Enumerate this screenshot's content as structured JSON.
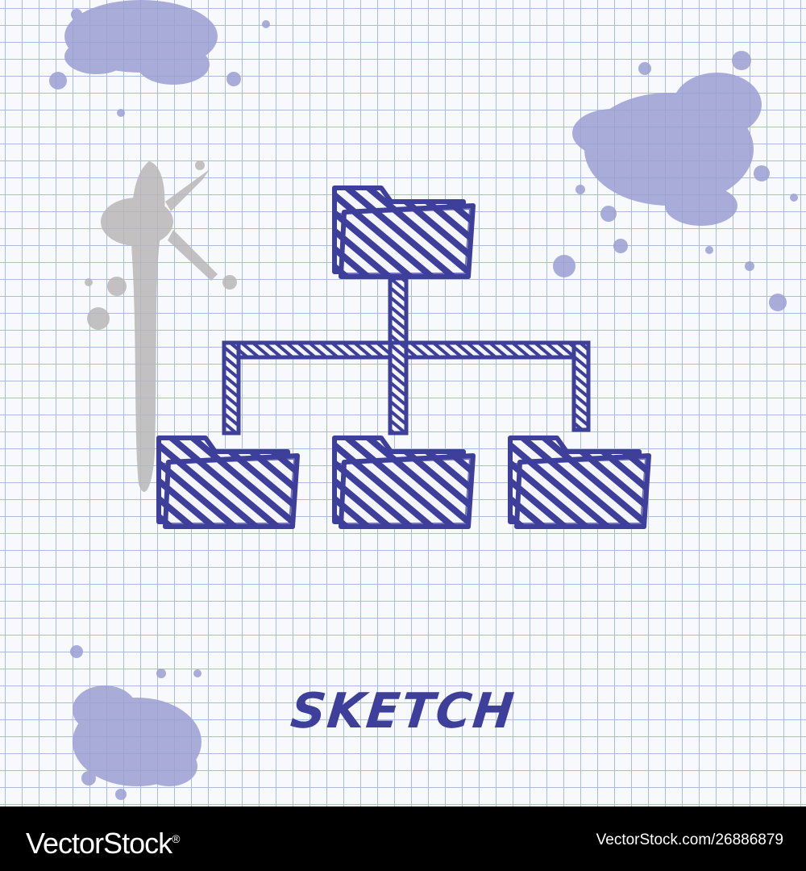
{
  "illustration": {
    "caption": "SKETCH",
    "ink_color": "#3d3f9a",
    "hatch_color": "#3d3f9a",
    "paper_color": "#f7f9fc",
    "grid_color": "#a9bddb",
    "splash_color": "#9c9fd2",
    "drip_color": "#b9b7b7",
    "subject": "folder-tree-icon"
  },
  "footer": {
    "brand": "VectorStock",
    "brand_mark": "®",
    "image_id": "VectorStock.com/26886879"
  }
}
